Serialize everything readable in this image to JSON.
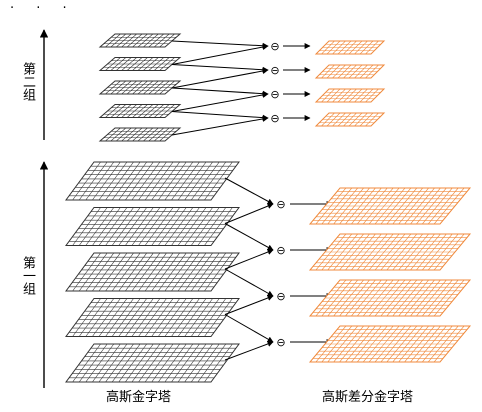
{
  "title_dots": "· · ·",
  "octave_labels": {
    "upper": "第二组",
    "lower": "第一组"
  },
  "captions": {
    "gaussian": "高斯金字塔",
    "dog": "高斯差分金字塔"
  },
  "subtract_symbol": "⊖",
  "colors": {
    "gaussian_grid": "#333333",
    "dog_grid": "#f08a3c",
    "arrow": "#000000"
  },
  "structure": {
    "upper_group_gaussian_layers": 5,
    "upper_group_dog_layers": 4,
    "lower_group_gaussian_layers": 5,
    "lower_group_dog_layers": 4
  }
}
